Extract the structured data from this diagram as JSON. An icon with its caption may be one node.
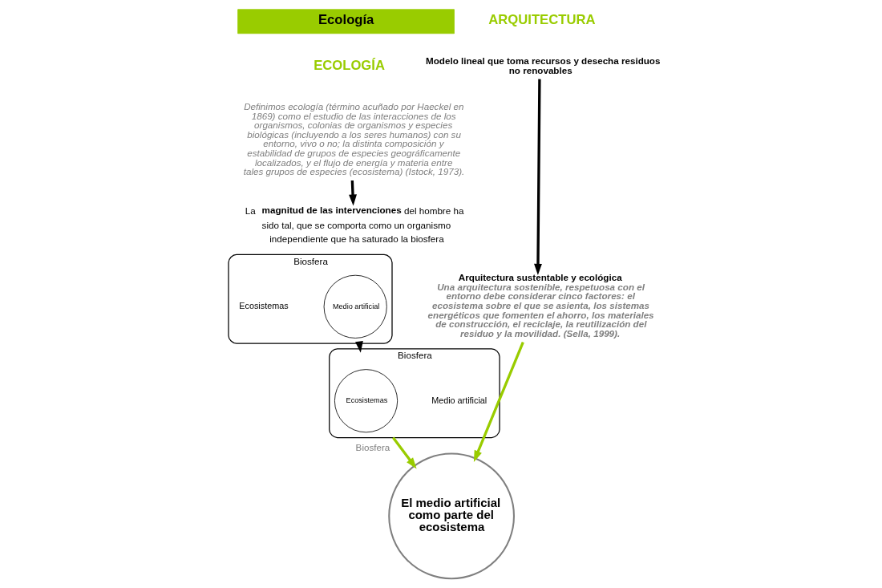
{
  "diagram": {
    "nodes": [
      {
        "text": [
          "Ecología"
        ]
      },
      {
        "text": [
          "Definimos ecología (término acuñado por Haeckel en 1869) como el estudio de las interacciones de los organismos, colonias de organismos y especies biológicas (incluyendo a los seres humanos) con su entorno, vivo o no; la distinta composición y estabilidad de grupos de especies geográficamente localizados, y el flujo de energía y materia entre tales grupos de especies (ecosistema) (Istock, 1973)."
        ]
      },
      {
        "text": [
          "La **magnitud de las intervenciones** del hombre ha sido tal, que se comporta como un organismo independiente que ha saturado la biosfera"
        ]
      },
      {
        "text": [
          "Biosfera",
          "Ecosistemas"
        ]
      },
      {
        "text": [
          "Medio artificial"
        ],
        "in": 3
      },
      {
        "text": [
          "Biosfera",
          "Medio artificial"
        ]
      },
      {
        "text": [
          "Ecosistemas"
        ],
        "in": 5
      },
      {
        "text": [
          "Modelo lineal que toma recursos y desecha residuos no renovables"
        ]
      },
      {
        "text": [
          "Arquitectura sustentable y ecológica",
          "Una arquitectura sostenible, respetuosa con el entorno debe considerar cinco factores: el ecosistema sobre el que se asienta, los sistemas energéticos que fomenten el ahorro, los materiales de construcción, el reciclaje, la reutilización del residuo y la movilidad. (Sella, 1999)."
        ]
      },
      {
        "text": [
          "El medio artificial como parte del ecosistema"
        ],
        "beside": [
          "Biosfera"
        ]
      }
    ],
    "edges": [
      {
        "from": 1,
        "to": 2,
        "arrow": "to"
      },
      {
        "from": 3,
        "to": 5,
        "arrow": "to"
      },
      {
        "from": 5,
        "to": 9,
        "arrow": "to",
        "color": "#99cc00"
      },
      {
        "from": 7,
        "to": 8,
        "arrow": "to"
      },
      {
        "from": 8,
        "to": 9,
        "arrow": "to",
        "color": "#99cc00"
      }
    ],
    "labels": [
      "ECOLOGÍA",
      "ARQUITECTURA"
    ]
  }
}
